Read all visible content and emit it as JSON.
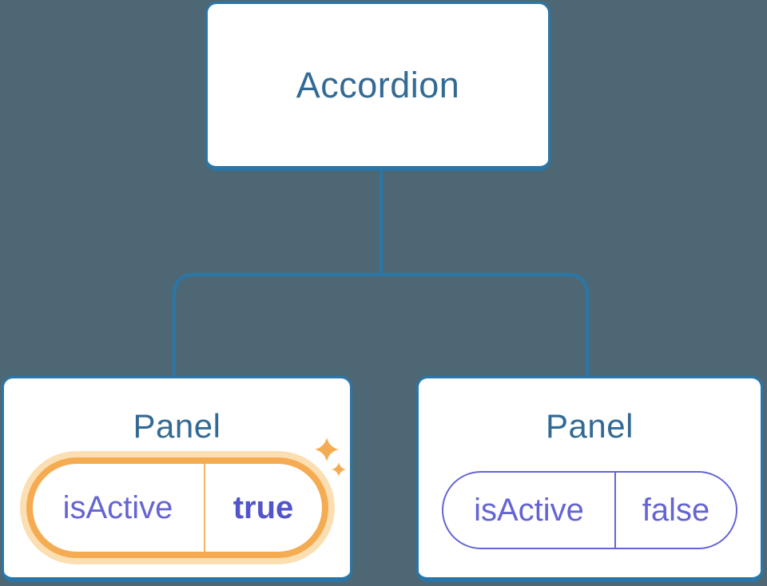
{
  "diagram": {
    "description": "Component tree: Accordion parent with two Panel children showing isActive prop state",
    "root": {
      "label": "Accordion"
    },
    "children": [
      {
        "label": "Panel",
        "prop": {
          "name": "isActive",
          "value": "true"
        },
        "active": true,
        "icon": "sparkle-icon"
      },
      {
        "label": "Panel",
        "prop": {
          "name": "isActive",
          "value": "false"
        },
        "active": false
      }
    ],
    "colors": {
      "background": "#4d6874",
      "node_fill": "#ffffff",
      "node_border_blue": "#2b76a8",
      "label_blue": "#336a94",
      "prop_purple": "#6565d2",
      "active_value_purple": "#5254cc",
      "highlight_orange": "#f5ab52",
      "highlight_glow": "#fbdfb2"
    }
  }
}
